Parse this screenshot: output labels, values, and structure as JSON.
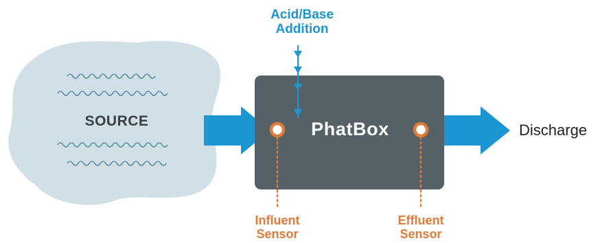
{
  "title": "",
  "colors": {
    "box": "#566067",
    "arrow": "#1b95d4",
    "sensor": "#e07b39",
    "source_fill": "#d1dfe7",
    "waves": "#5d8ea3"
  },
  "source": {
    "label": "SOURCE"
  },
  "treatment_box": {
    "label": "PhatBox"
  },
  "acid_base": {
    "line1": "Acid/Base",
    "line2": "Addition"
  },
  "discharge": {
    "label": "Discharge"
  },
  "influent_sensor": {
    "line1": "Influent",
    "line2": "Sensor"
  },
  "effluent_sensor": {
    "line1": "Effluent",
    "line2": "Sensor"
  },
  "icons": [
    "source-cloud-icon",
    "water-wave-icon",
    "flow-arrow-icon",
    "sensor-dot-icon",
    "dosing-arrow-icon"
  ]
}
